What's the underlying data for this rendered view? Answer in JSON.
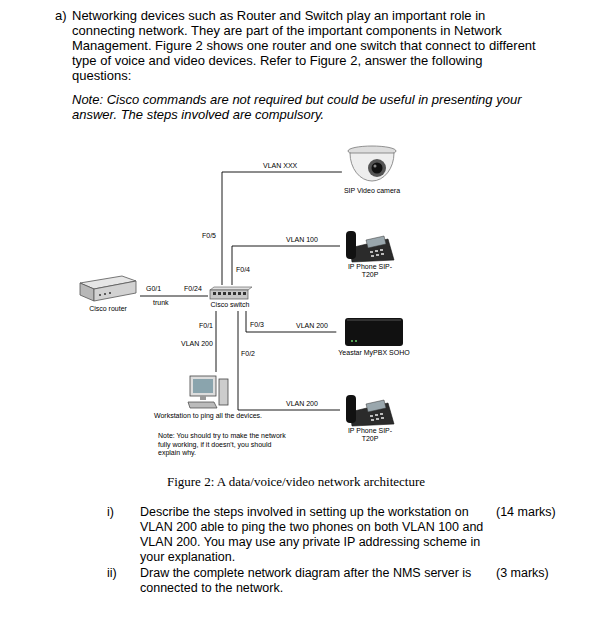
{
  "diagram": {
    "caption": "Figure 2: A data/voice/video network architecture",
    "nodes": [
      {
        "text": [
          "Cisco router"
        ]
      },
      {
        "text": [
          "Cisco switch"
        ]
      },
      {
        "text": [
          "SIP Video camera"
        ]
      },
      {
        "text": [
          "IP Phone SIP-T20P"
        ]
      },
      {
        "text": [
          "Yeastar MyPBX SOHO"
        ]
      },
      {
        "text": [
          "IP Phone SIP-T20P"
        ]
      },
      {
        "text": [
          "Workstation to ping all the devices."
        ]
      }
    ],
    "edges": [
      {
        "from": 0,
        "to": 1,
        "arrow": "none",
        "label": "trunk"
      },
      {
        "from": 1,
        "to": 2,
        "arrow": "none",
        "label": "VLAN XXX"
      },
      {
        "from": 1,
        "to": 3,
        "arrow": "none",
        "label": "VLAN 100"
      },
      {
        "from": 1,
        "to": 4,
        "arrow": "none",
        "label": "VLAN 200"
      },
      {
        "from": 1,
        "to": 5,
        "arrow": "none",
        "label": "VLAN 200"
      },
      {
        "from": 1,
        "to": 6,
        "arrow": "none",
        "label": "VLAN 200"
      }
    ],
    "labels": [
      "a)",
      "Networking devices such as Router and Switch play an important role in connecting network. They are part of the important components in Network Management. Figure 2 shows one router and one switch that connect to different type of voice and video devices. Refer to Figure 2, answer the following questions:",
      "Note: Cisco commands are not required but could be useful in presenting your answer. The steps involved are compulsory.",
      "G0/1",
      "F0/24",
      "F0/5",
      "F0/4",
      "F0/3",
      "F0/2",
      "F0/1",
      "Note: You should try to make the network fully working, if it doesn't, you should explain why.",
      "i)",
      "Describe the steps involved in setting up the workstation on VLAN 200 able to ping the two phones on both VLAN 100 and VLAN 200. You may use any private IP addressing scheme in your explanation.",
      "(14 marks)",
      "ii)",
      "Draw the complete network diagram after the NMS server is connected to the network.",
      "(3 marks)"
    ]
  }
}
